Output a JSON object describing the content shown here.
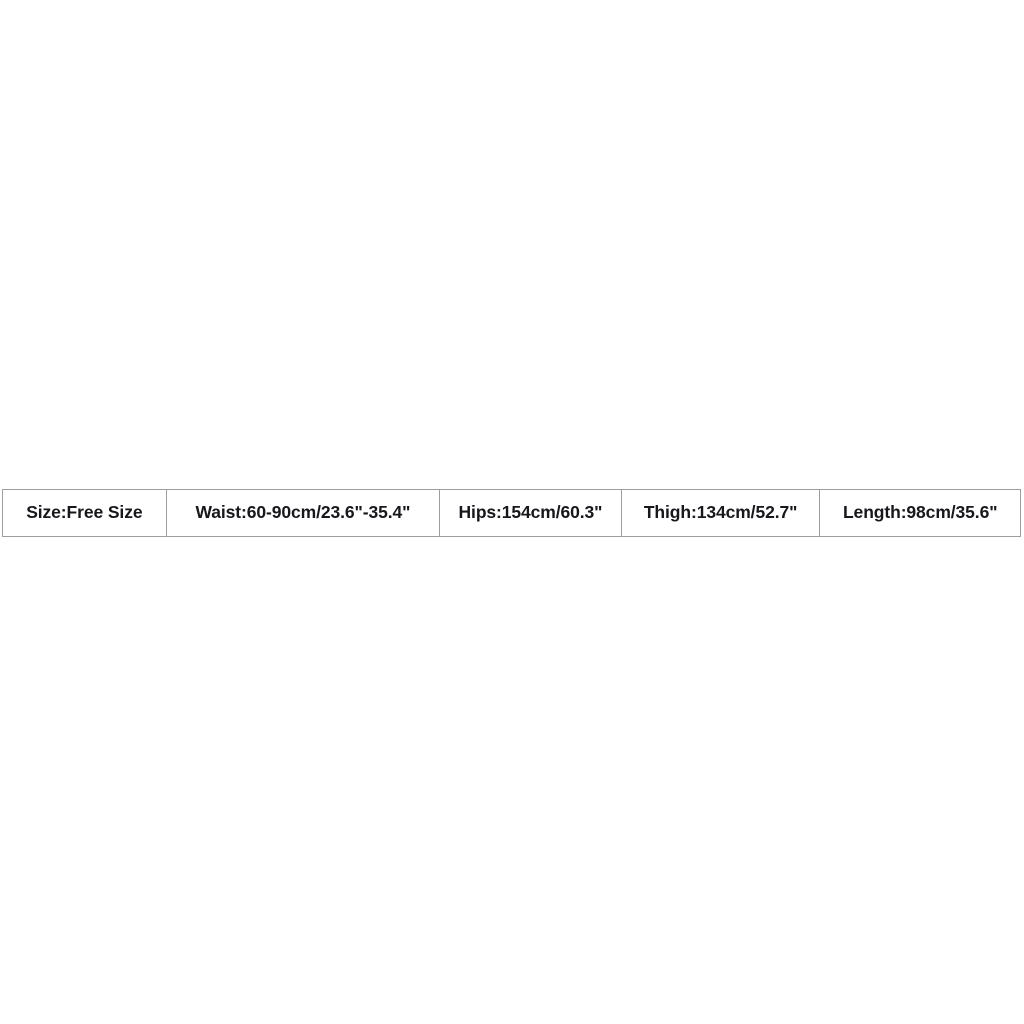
{
  "page": {
    "background_color": "#ffffff",
    "content_type": "product-size-chart"
  },
  "size_chart": {
    "border_color": "#9d9d9d",
    "text_color": "#17171c",
    "cell_background": "#ffffff",
    "row_count": 1,
    "column_count": 5,
    "cells": [
      {
        "label": "Size",
        "value": "Free Size",
        "text": "Size:Free  Size"
      },
      {
        "label": "Waist",
        "value": "60-90cm/23.6\"-35.4\"",
        "text": "Waist:60-90cm/23.6\"-35.4\""
      },
      {
        "label": "Hips",
        "value": "154cm/60.3\"",
        "text": "Hips:154cm/60.3\""
      },
      {
        "label": "Thigh",
        "value": "134cm/52.7\"",
        "text": "Thigh:134cm/52.7\""
      },
      {
        "label": "Length",
        "value": "98cm/35.6\"",
        "text": "Length:98cm/35.6\""
      }
    ]
  }
}
